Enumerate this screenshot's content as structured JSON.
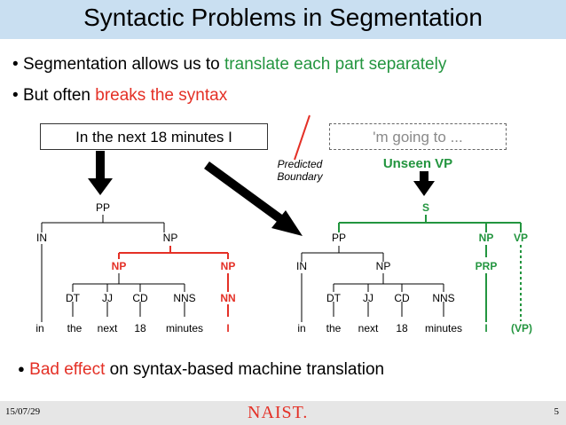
{
  "title": "Syntactic Problems in Segmentation",
  "bullets": [
    {
      "marker": "•",
      "text": "Segmentation allows us to ",
      "highlight": "translate each part separately"
    },
    {
      "marker": "•",
      "text": "But often ",
      "highlight": "breaks the syntax"
    },
    {
      "marker": "●",
      "highlight": "Bad effect",
      "text": " on syntax-based machine translation"
    }
  ],
  "boxes": {
    "left": "In the next 18 minutes I",
    "right": "'m going to ..."
  },
  "boundary": {
    "line1": "Predicted",
    "line2": "Boundary"
  },
  "unseen_label": "Unseen VP",
  "left_tree": {
    "pp": "PP",
    "in": "IN",
    "np_top": "NP",
    "np_red_1": "NP",
    "np_red_2": "NP",
    "dt": "DT",
    "jj": "JJ",
    "cd": "CD",
    "nns": "NNS",
    "nn": "NN",
    "words": [
      "in",
      "the",
      "next",
      "18",
      "minutes",
      "I"
    ]
  },
  "right_tree": {
    "s": "S",
    "pp": "PP",
    "in": "IN",
    "np": "NP",
    "np_green": "NP",
    "vp": "VP",
    "prp": "PRP",
    "dt": "DT",
    "jj": "JJ",
    "cd": "CD",
    "nns": "NNS",
    "words": [
      "in",
      "the",
      "next",
      "18",
      "minutes",
      "I",
      "(VP)"
    ]
  },
  "colors": {
    "title_bar": "#c9dff1",
    "green": "#23953f",
    "red": "#e43026",
    "footer": "#e6e6e6"
  },
  "footer": {
    "date": "15/07/29",
    "logo": "NAIST.",
    "page": "5"
  }
}
